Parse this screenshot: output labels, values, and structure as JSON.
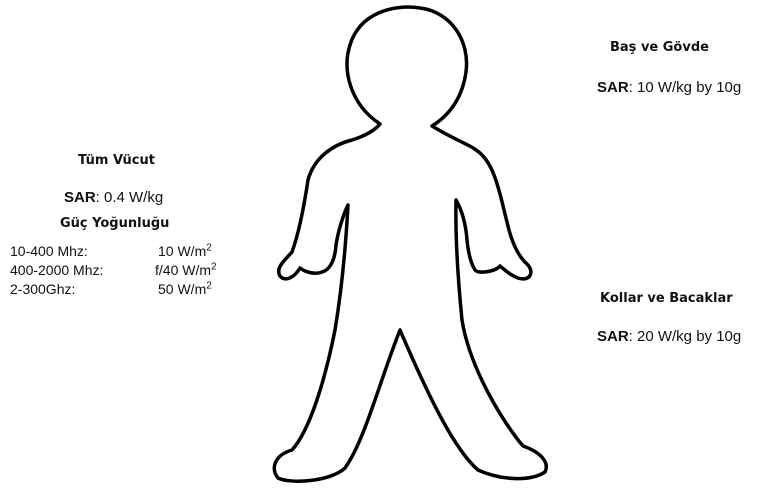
{
  "body_figure": {
    "icon": "human-body-outline-icon",
    "stroke_color": "#000000",
    "fill_color": "#ffffff"
  },
  "whole_body": {
    "heading": "Tüm Vücut",
    "sar_label": "SAR",
    "sar_value": ": 0.4 W/kg",
    "power_density_heading": "Güç Yoğunluğu",
    "power_density_rows": [
      {
        "range": "10-400 Mhz:",
        "value": "10 W/m",
        "exponent": "2"
      },
      {
        "range": "400-2000 Mhz:",
        "value": "f/40 W/m",
        "exponent": "2"
      },
      {
        "range": "2-300Ghz:",
        "value": "50 W/m",
        "exponent": "2"
      }
    ]
  },
  "head_trunk": {
    "heading": "Baş ve Gövde",
    "sar_label": "SAR",
    "sar_value": ": 10 W/kg by 10g"
  },
  "limbs": {
    "heading": "Kollar ve Bacaklar",
    "sar_label": "SAR",
    "sar_value": ": 20 W/kg by 10g"
  }
}
